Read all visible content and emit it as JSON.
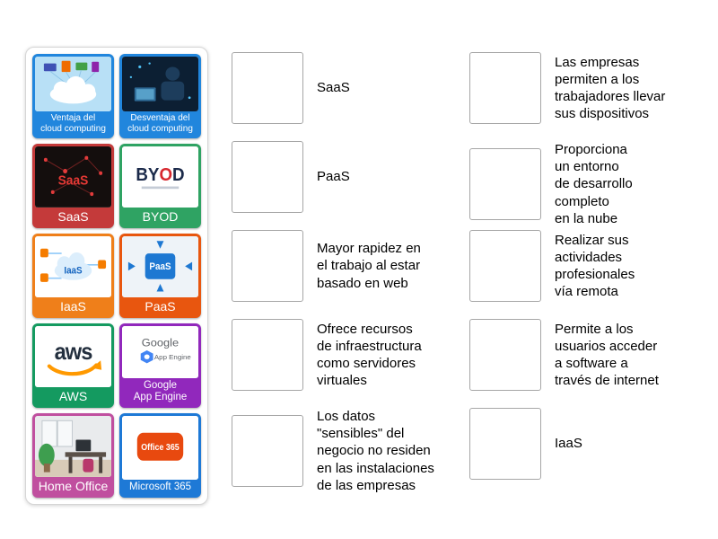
{
  "panel": {
    "tiles": [
      {
        "label": "Ventaja del\ncloud computing",
        "color": "#2186dd",
        "image": "cloud-devices-illustration"
      },
      {
        "label": "Desventaja del\ncloud computing",
        "color": "#2186dd",
        "image": "dark-laptop-person-photo"
      },
      {
        "label": "SaaS",
        "color": "#c43a3a",
        "image": "saas-network-photo",
        "image_text": "SaaS"
      },
      {
        "label": "BYOD",
        "color": "#2fa363",
        "image": "byod-logo",
        "image_text_parts": [
          "BY",
          "O",
          "D"
        ]
      },
      {
        "label": "IaaS",
        "color": "#ef7f1a",
        "image": "iaas-cloud-diagram",
        "image_text": "IaaS"
      },
      {
        "label": "PaaS",
        "color": "#e8560f",
        "image": "paas-diagram",
        "image_text": "PaaS"
      },
      {
        "label": "AWS",
        "color": "#149a60",
        "image": "aws-logo",
        "image_text": "aws"
      },
      {
        "label": "Google\nApp Engine",
        "color": "#9128bc",
        "image": "google-app-engine-logo",
        "image_text": "Google",
        "image_subtext": "App Engine"
      },
      {
        "label": "Home Office",
        "color": "#c04f9f",
        "image": "home-office-photo"
      },
      {
        "label": "Microsoft 365",
        "color": "#1e79d6",
        "image": "office-365-logo",
        "image_text": "Office 365"
      }
    ]
  },
  "middle_matches": [
    {
      "label": "SaaS"
    },
    {
      "label": "PaaS"
    },
    {
      "label": "Mayor rapidez en\nel trabajo al estar\nbasado en web"
    },
    {
      "label": "Ofrece recursos\nde infraestructura\ncomo servidores\nvirtuales"
    },
    {
      "label": "Los datos\n\"sensibles\" del\nnegocio no residen\nen las instalaciones\nde las empresas"
    }
  ],
  "right_matches": [
    {
      "label": "Las empresas\npermiten a los\ntrabajadores llevar\nsus dispositivos"
    },
    {
      "label": "Proporciona\nun entorno\nde desarrollo\ncompleto\nen la nube"
    },
    {
      "label": "Realizar sus\nactividades\nprofesionales\nvía remota"
    },
    {
      "label": "Permite a los\nusuarios acceder\na software a\ntravés de internet"
    },
    {
      "label": "IaaS"
    }
  ]
}
